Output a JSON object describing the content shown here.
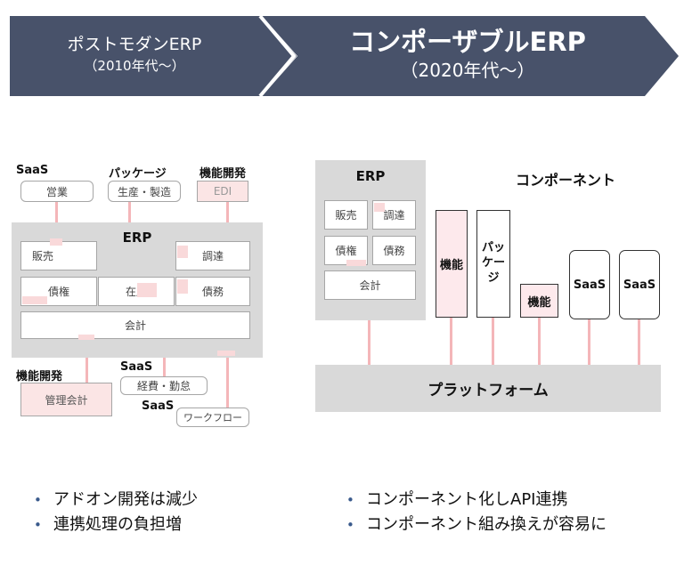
{
  "header": {
    "left_title": "ポストモダンERP",
    "left_sub": "（2010年代〜）",
    "right_title": "コンポーザブルERP",
    "right_sub": "（2020年代〜）",
    "color": "#48526a"
  },
  "left": {
    "saas_label": "SaaS",
    "package_label": "パッケージ",
    "func_dev_label": "機能開発",
    "sales_top": "営業",
    "production": "生産・製造",
    "edi": "EDI",
    "erp_title": "ERP",
    "sales": "販売",
    "procurement": "調達",
    "receivables": "債権",
    "inventory": "在庫",
    "payables": "債務",
    "accounting": "会計",
    "func_dev_bottom_label": "機能開発",
    "mgmt_accounting": "管理会計",
    "saas_label_2": "SaaS",
    "expenses": "経費・勤怠",
    "saas_label_3": "SaaS",
    "workflow": "ワークフロー"
  },
  "right": {
    "erp_title": "ERP",
    "sales": "販売",
    "procurement": "調達",
    "receivables": "債権",
    "payables": "債務",
    "accounting": "会計",
    "component_label": "コンポーネント",
    "func1": "機能",
    "package": "パッケージ",
    "func2": "機能",
    "saas1": "SaaS",
    "saas2": "SaaS",
    "platform": "プラットフォーム"
  },
  "bullets": {
    "left": [
      "アドオン開発は減少",
      "連携処理の負担増"
    ],
    "right": [
      "コンポーネント化しAPI連携",
      "コンポーネント組み換えが容易に"
    ]
  },
  "colors": {
    "panel": "#d9d9d9",
    "pink_fill": "#fde9ec",
    "pink_line": "#f4b6b9",
    "bullet": "#3a5a8c"
  }
}
